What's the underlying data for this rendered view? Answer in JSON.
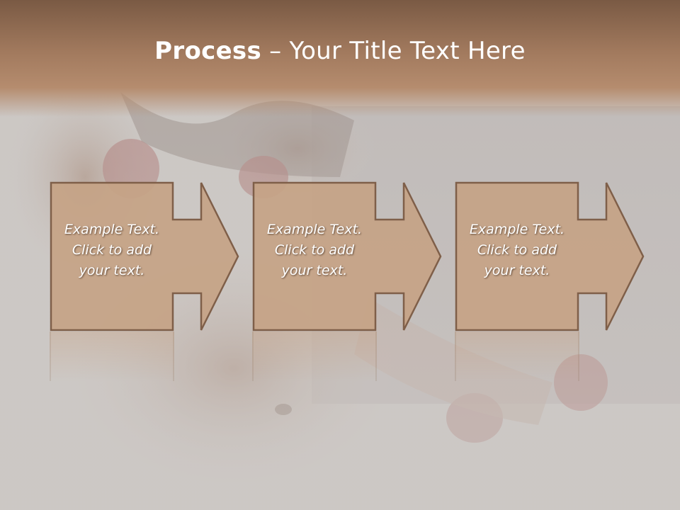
{
  "slide": {
    "title_bold": "Process",
    "title_rest": " – Your Title Text Here"
  },
  "steps": [
    {
      "lines": [
        "Example Text.",
        "Click  to add",
        "your text."
      ]
    },
    {
      "lines": [
        "Example Text.",
        "Click  to add",
        "your text."
      ]
    },
    {
      "lines": [
        "Example Text.",
        "Click  to add",
        "your text."
      ]
    }
  ],
  "colors": {
    "title_band": "#a27a5e",
    "box_fill": "#c6a386",
    "box_border": "#7f5f49",
    "text": "#ffffff"
  }
}
